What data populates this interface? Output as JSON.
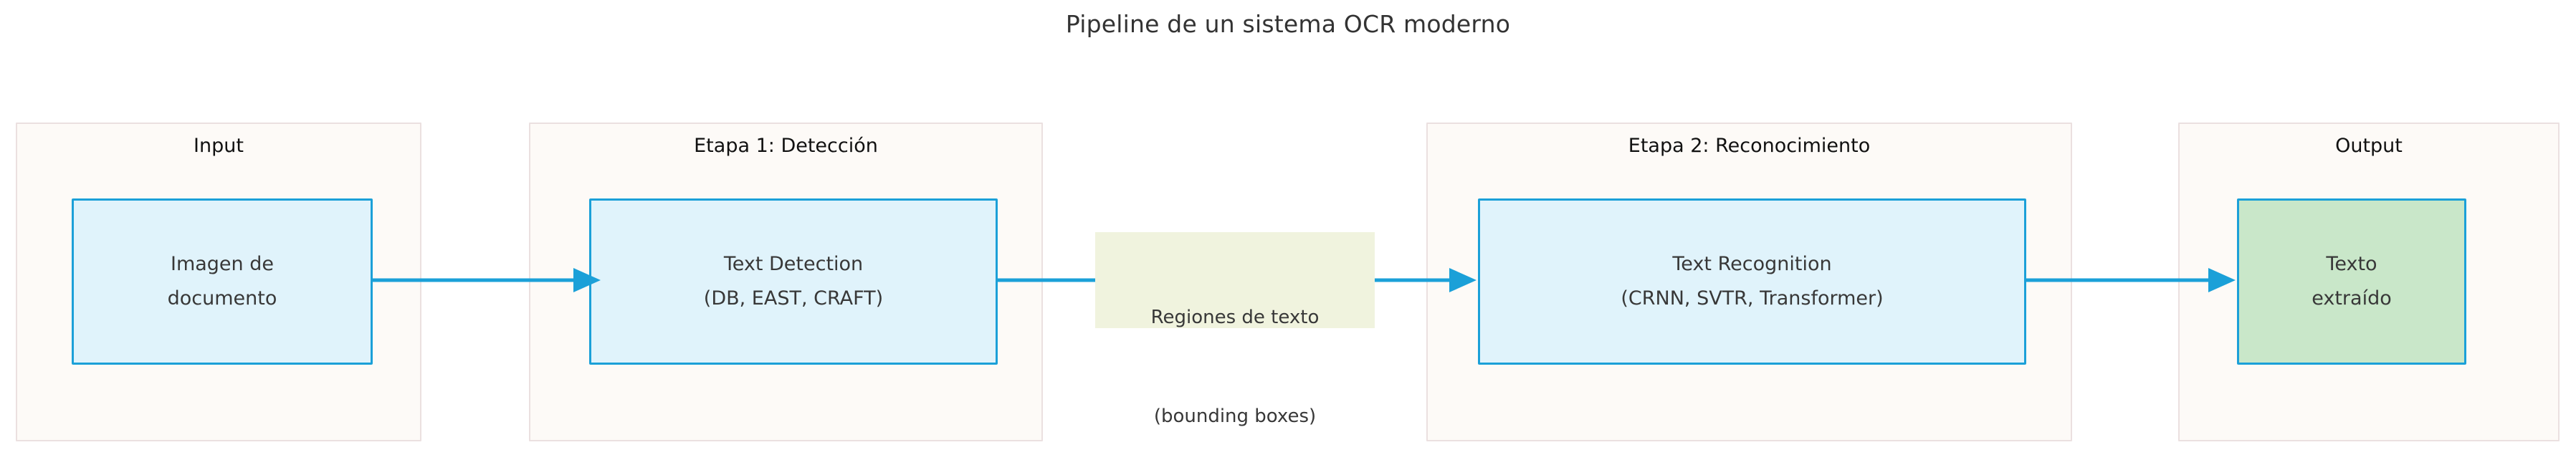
{
  "diagram": {
    "title": "Pipeline de un sistema OCR moderno",
    "type": "flowchart",
    "direction": "left-to-right",
    "colors": {
      "canvas_background": "#ffffff",
      "cluster_fill": "#fdfaf7",
      "cluster_border": "#ebe0e0",
      "node_border": "#1ba0d8",
      "node_fill_blue": "#e0f3fb",
      "node_fill_green": "#c9e7c9",
      "edge_stroke": "#1ba0d8",
      "edge_label_fill": "#f0f3de",
      "title_text": "#333333",
      "node_text": "#383838",
      "cluster_label_text": "#111111"
    }
  },
  "clusters": [
    {
      "id": "input",
      "label": "Input",
      "node": {
        "id": "node-imagen-documento",
        "fill": "blue",
        "lines": [
          "Imagen de",
          "documento"
        ]
      }
    },
    {
      "id": "etapa1",
      "label": "Etapa 1: Detección",
      "node": {
        "id": "node-text-detection",
        "fill": "blue",
        "lines": [
          "Text Detection",
          "(DB, EAST, CRAFT)"
        ]
      }
    },
    {
      "id": "etapa2",
      "label": "Etapa 2: Reconocimiento",
      "node": {
        "id": "node-text-recognition",
        "fill": "blue",
        "lines": [
          "Text Recognition",
          "(CRNN, SVTR, Transformer)"
        ]
      }
    },
    {
      "id": "output",
      "label": "Output",
      "node": {
        "id": "node-texto-extraido",
        "fill": "green",
        "lines": [
          "Texto",
          "extraído"
        ]
      }
    }
  ],
  "edges": [
    {
      "id": "edge-input-to-detection",
      "from": "node-imagen-documento",
      "to": "node-text-detection",
      "label": null
    },
    {
      "id": "edge-detection-to-recognition",
      "from": "node-text-detection",
      "to": "node-text-recognition",
      "label_lines": [
        "Regiones de texto",
        "(bounding boxes)"
      ]
    },
    {
      "id": "edge-recognition-to-output",
      "from": "node-text-recognition",
      "to": "node-texto-extraido",
      "label": null
    }
  ]
}
